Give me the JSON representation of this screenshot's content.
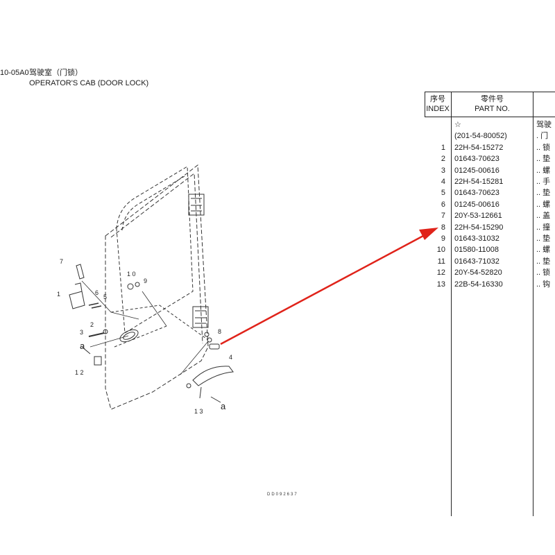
{
  "header": {
    "code": "10-05A0",
    "title_cn": "驾驶室（门锁）",
    "title_en": "OPERATOR'S CAB (DOOR LOCK)"
  },
  "table": {
    "col_index_cn": "序号",
    "col_index_en": "INDEX",
    "col_part_cn": "零件号",
    "col_part_en": "PART NO.",
    "rows": [
      {
        "index": "",
        "part": "☆",
        "desc": "驾驶"
      },
      {
        "index": "",
        "part": "(201-54-80052)",
        "desc": ". 门"
      },
      {
        "index": "1",
        "part": "22H-54-15272",
        "desc": ".. 锁"
      },
      {
        "index": "2",
        "part": "01643-70623",
        "desc": ".. 垫"
      },
      {
        "index": "3",
        "part": "01245-00616",
        "desc": ".. 螺"
      },
      {
        "index": "4",
        "part": "22H-54-15281",
        "desc": ".. 手"
      },
      {
        "index": "5",
        "part": "01643-70623",
        "desc": ".. 垫"
      },
      {
        "index": "6",
        "part": "01245-00616",
        "desc": ".. 螺"
      },
      {
        "index": "7",
        "part": "20Y-53-12661",
        "desc": ".. 盖"
      },
      {
        "index": "8",
        "part": "22H-54-15290",
        "desc": ".. 撞"
      },
      {
        "index": "9",
        "part": "01643-31032",
        "desc": ".. 垫"
      },
      {
        "index": "10",
        "part": "01580-11008",
        "desc": ".. 螺"
      },
      {
        "index": "11",
        "part": "01643-71032",
        "desc": ".. 垫"
      },
      {
        "index": "12",
        "part": "20Y-54-52820",
        "desc": ".. 锁"
      },
      {
        "index": "13",
        "part": "22B-54-16330",
        "desc": ".. 钩"
      }
    ]
  },
  "callouts": {
    "c1": "1",
    "c2": "2",
    "c3": "3",
    "c4": "4",
    "c5": "5",
    "c6": "6",
    "c7": "7",
    "c8": "8",
    "c9": "9",
    "c10": "1 0",
    "c12": "1 2",
    "c13": "1 3",
    "a1": "a",
    "a2": "a"
  },
  "drawing_code": "DD092637",
  "colors": {
    "arrow": "#e0231a",
    "line": "#222222"
  }
}
